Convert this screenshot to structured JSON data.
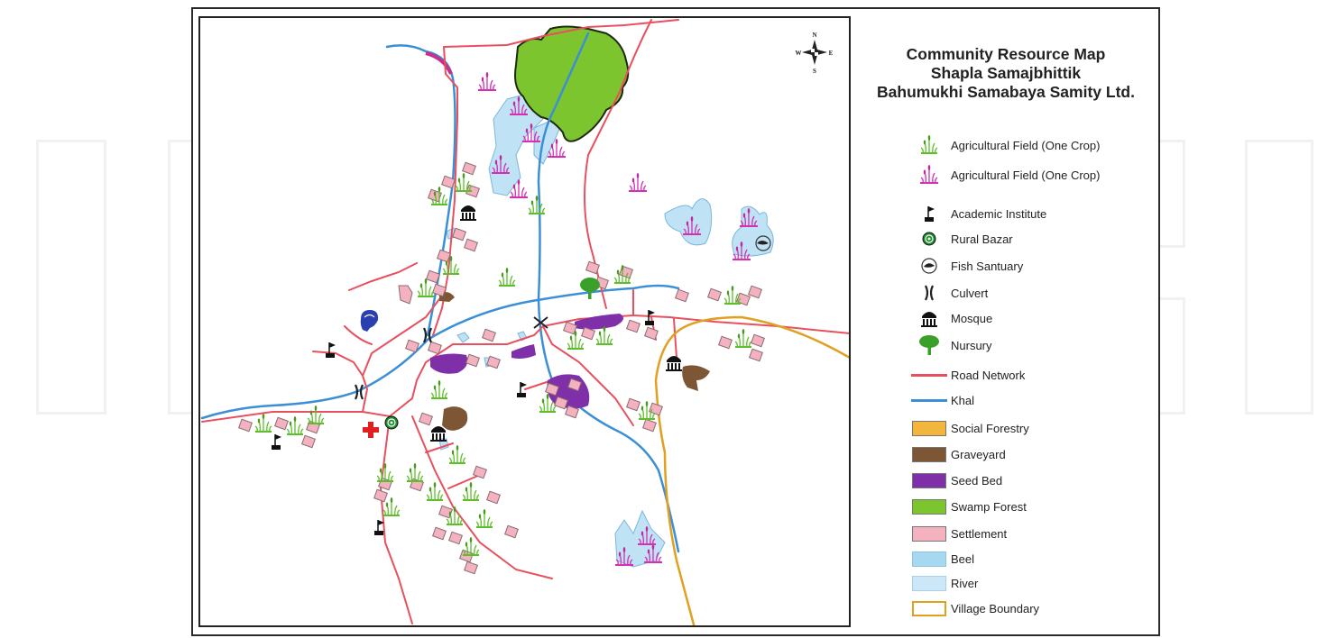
{
  "map": {
    "title_lines": [
      "Community Resource Map",
      "Shapla Samajbhittik",
      "Bahumukhi Samabaya Samity Ltd."
    ],
    "compass": {
      "n": "N",
      "s": "S",
      "e": "E",
      "w": "W"
    }
  },
  "legend": {
    "items": [
      {
        "label": "Agricultural Field (One Crop)",
        "icon": "green-crop-icon",
        "color": "#5cbf2a"
      },
      {
        "label": "Agricultural Field (One Crop)",
        "icon": "magenta-crop-icon",
        "color": "#d42fb5"
      },
      {
        "label": "Academic Institute",
        "icon": "flag-icon",
        "color": "#111111"
      },
      {
        "label": "Rural Bazar",
        "icon": "target-icon",
        "color": "#1a8f2a"
      },
      {
        "label": "Fish Santuary",
        "icon": "fish-icon",
        "color": "#222222"
      },
      {
        "label": "Culvert",
        "icon": "culvert-icon",
        "color": "#222222"
      },
      {
        "label": "Mosque",
        "icon": "mosque-icon",
        "color": "#222222"
      },
      {
        "label": "Nursury",
        "icon": "tree-icon",
        "color": "#3aa02a"
      },
      {
        "label": "Road Network",
        "icon": "road-line-icon",
        "color": "#e8505e"
      },
      {
        "label": "Khal",
        "icon": "khal-line-icon",
        "color": "#3b8fd6"
      },
      {
        "label": "Social Forestry",
        "icon": "swatch",
        "color": "#f2b63c"
      },
      {
        "label": "Graveyard",
        "icon": "swatch",
        "color": "#7d5636"
      },
      {
        "label": "Seed Bed",
        "icon": "swatch",
        "color": "#7f30a8"
      },
      {
        "label": "Swamp Forest",
        "icon": "swatch",
        "color": "#7cc52e"
      },
      {
        "label": "Settlement",
        "icon": "swatch",
        "color": "#f4b1c0"
      },
      {
        "label": "Beel",
        "icon": "swatch",
        "color": "#a6d8f0"
      },
      {
        "label": "River",
        "icon": "swatch",
        "color": "#cbe7f8"
      },
      {
        "label": "Village Boundary",
        "icon": "outline-swatch",
        "color": "#e0a020"
      }
    ]
  },
  "colors": {
    "road": "#e8505e",
    "khal": "#3b8fd6",
    "boundary": "#e0a020",
    "swamp": "#7cc52e",
    "seedbed": "#7f30a8",
    "graveyard": "#7d5636",
    "settlement": "#f4b1c0",
    "beel": "#bfe2f5"
  }
}
